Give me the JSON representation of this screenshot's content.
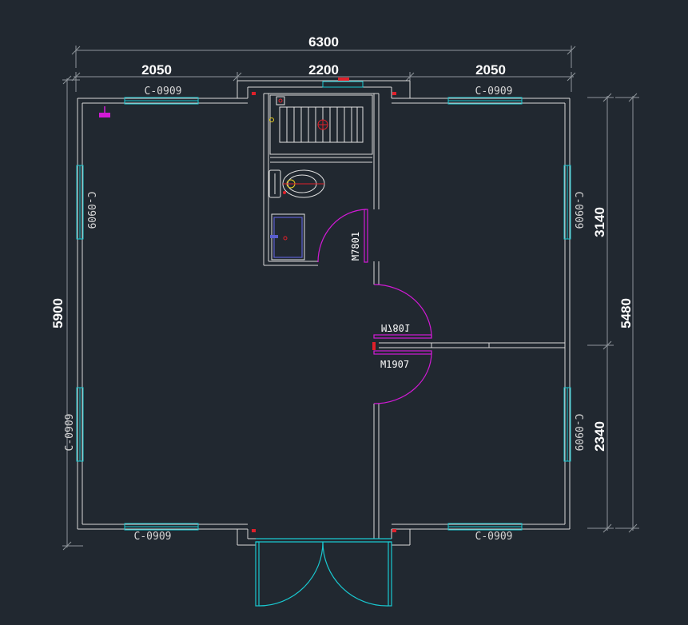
{
  "colors": {
    "background": "#212830",
    "wall": "#d9d9d9",
    "dimension": "#8f959b",
    "window": "#19c8d0",
    "door_magenta": "#d21ad6",
    "door_cyan": "#19c8d0",
    "fixture": "#e2e2e2",
    "accent_red": "#e0202a",
    "sink": "#5b5fd0"
  },
  "dimensions": {
    "overall_width": "6300",
    "segment_left": "2050",
    "segment_middle": "2200",
    "segment_right": "2050",
    "overall_height": "5900",
    "right_upper": "3140",
    "right_total": "5480",
    "right_lower": "2340"
  },
  "windows": {
    "top_left": "C-0909",
    "top_right": "C-0909",
    "bottom_left": "C-0909",
    "bottom_right": "C-0909",
    "left_upper": "C-0909",
    "left_lower": "C-0909",
    "right_upper": "C-0909",
    "right_lower": "C-0909"
  },
  "doors": {
    "bathroom": "M7801",
    "bedroom_upper": "M7801",
    "bedroom_lower": "M1907"
  },
  "icons": {
    "lamp": "wall-lamp-icon",
    "shower": "shower-tray-icon",
    "toilet": "toilet-icon",
    "sink": "sink-icon"
  }
}
